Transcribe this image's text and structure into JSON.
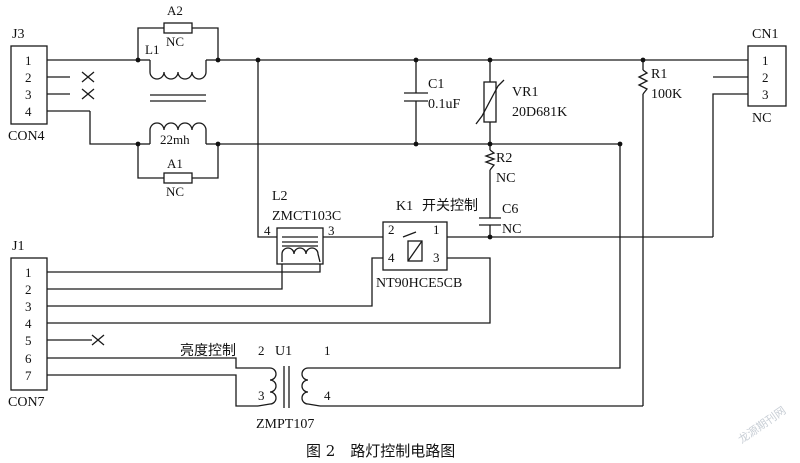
{
  "connectors": {
    "j3": {
      "ref": "J3",
      "name": "CON4",
      "pins": [
        "1",
        "2",
        "3",
        "4"
      ]
    },
    "cn1": {
      "ref": "CN1",
      "name": "NC",
      "pins": [
        "1",
        "2",
        "3"
      ]
    },
    "j1": {
      "ref": "J1",
      "name": "CON7",
      "pins": [
        "1",
        "2",
        "3",
        "4",
        "5",
        "6",
        "7"
      ]
    }
  },
  "components": {
    "a2": {
      "ref": "A2",
      "value": "NC"
    },
    "a1": {
      "ref": "A1",
      "value": "NC"
    },
    "l1": {
      "ref": "L1",
      "value": "22mh"
    },
    "c1": {
      "ref": "C1",
      "value": "0.1uF"
    },
    "vr1": {
      "ref": "VR1",
      "value": "20D681K"
    },
    "r1": {
      "ref": "R1",
      "value": "100K"
    },
    "r2": {
      "ref": "R2",
      "value": "NC"
    },
    "c6": {
      "ref": "C6",
      "value": "NC"
    },
    "l2": {
      "ref": "L2",
      "value": "ZMCT103C",
      "pin_left": "4",
      "pin_right": "3"
    },
    "k1": {
      "ref": "K1",
      "label": "开关控制",
      "value": "NT90HCE5CB",
      "pins": [
        "2",
        "1",
        "4",
        "3"
      ]
    },
    "u1": {
      "ref": "U1",
      "label": "亮度控制",
      "value": "ZMPT107",
      "pins": [
        "2",
        "1",
        "3",
        "4"
      ]
    }
  },
  "caption": "图 2　路灯控制电路图",
  "watermark": "龙源期刊网"
}
